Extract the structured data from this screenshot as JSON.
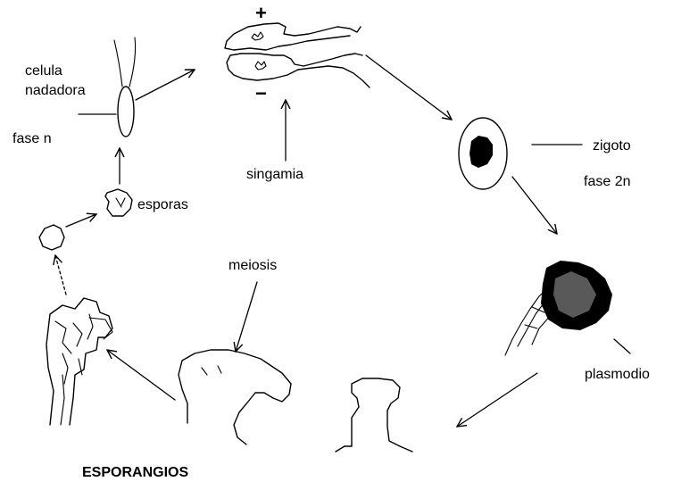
{
  "labels": {
    "plus_sign": "+",
    "minus_sign": "−",
    "celula_line1": "celula",
    "celula_line2": "nadadora",
    "fase_n": "fase n",
    "singamia": "singamia",
    "zigoto": "zigoto",
    "fase_2n": "fase 2n",
    "esporas": "esporas",
    "meiosis": "meiosis",
    "plasmodio": "plasmodio",
    "esporangios": "ESPORANGIOS"
  },
  "colors": {
    "ink": "#000000",
    "background": "#ffffff"
  }
}
